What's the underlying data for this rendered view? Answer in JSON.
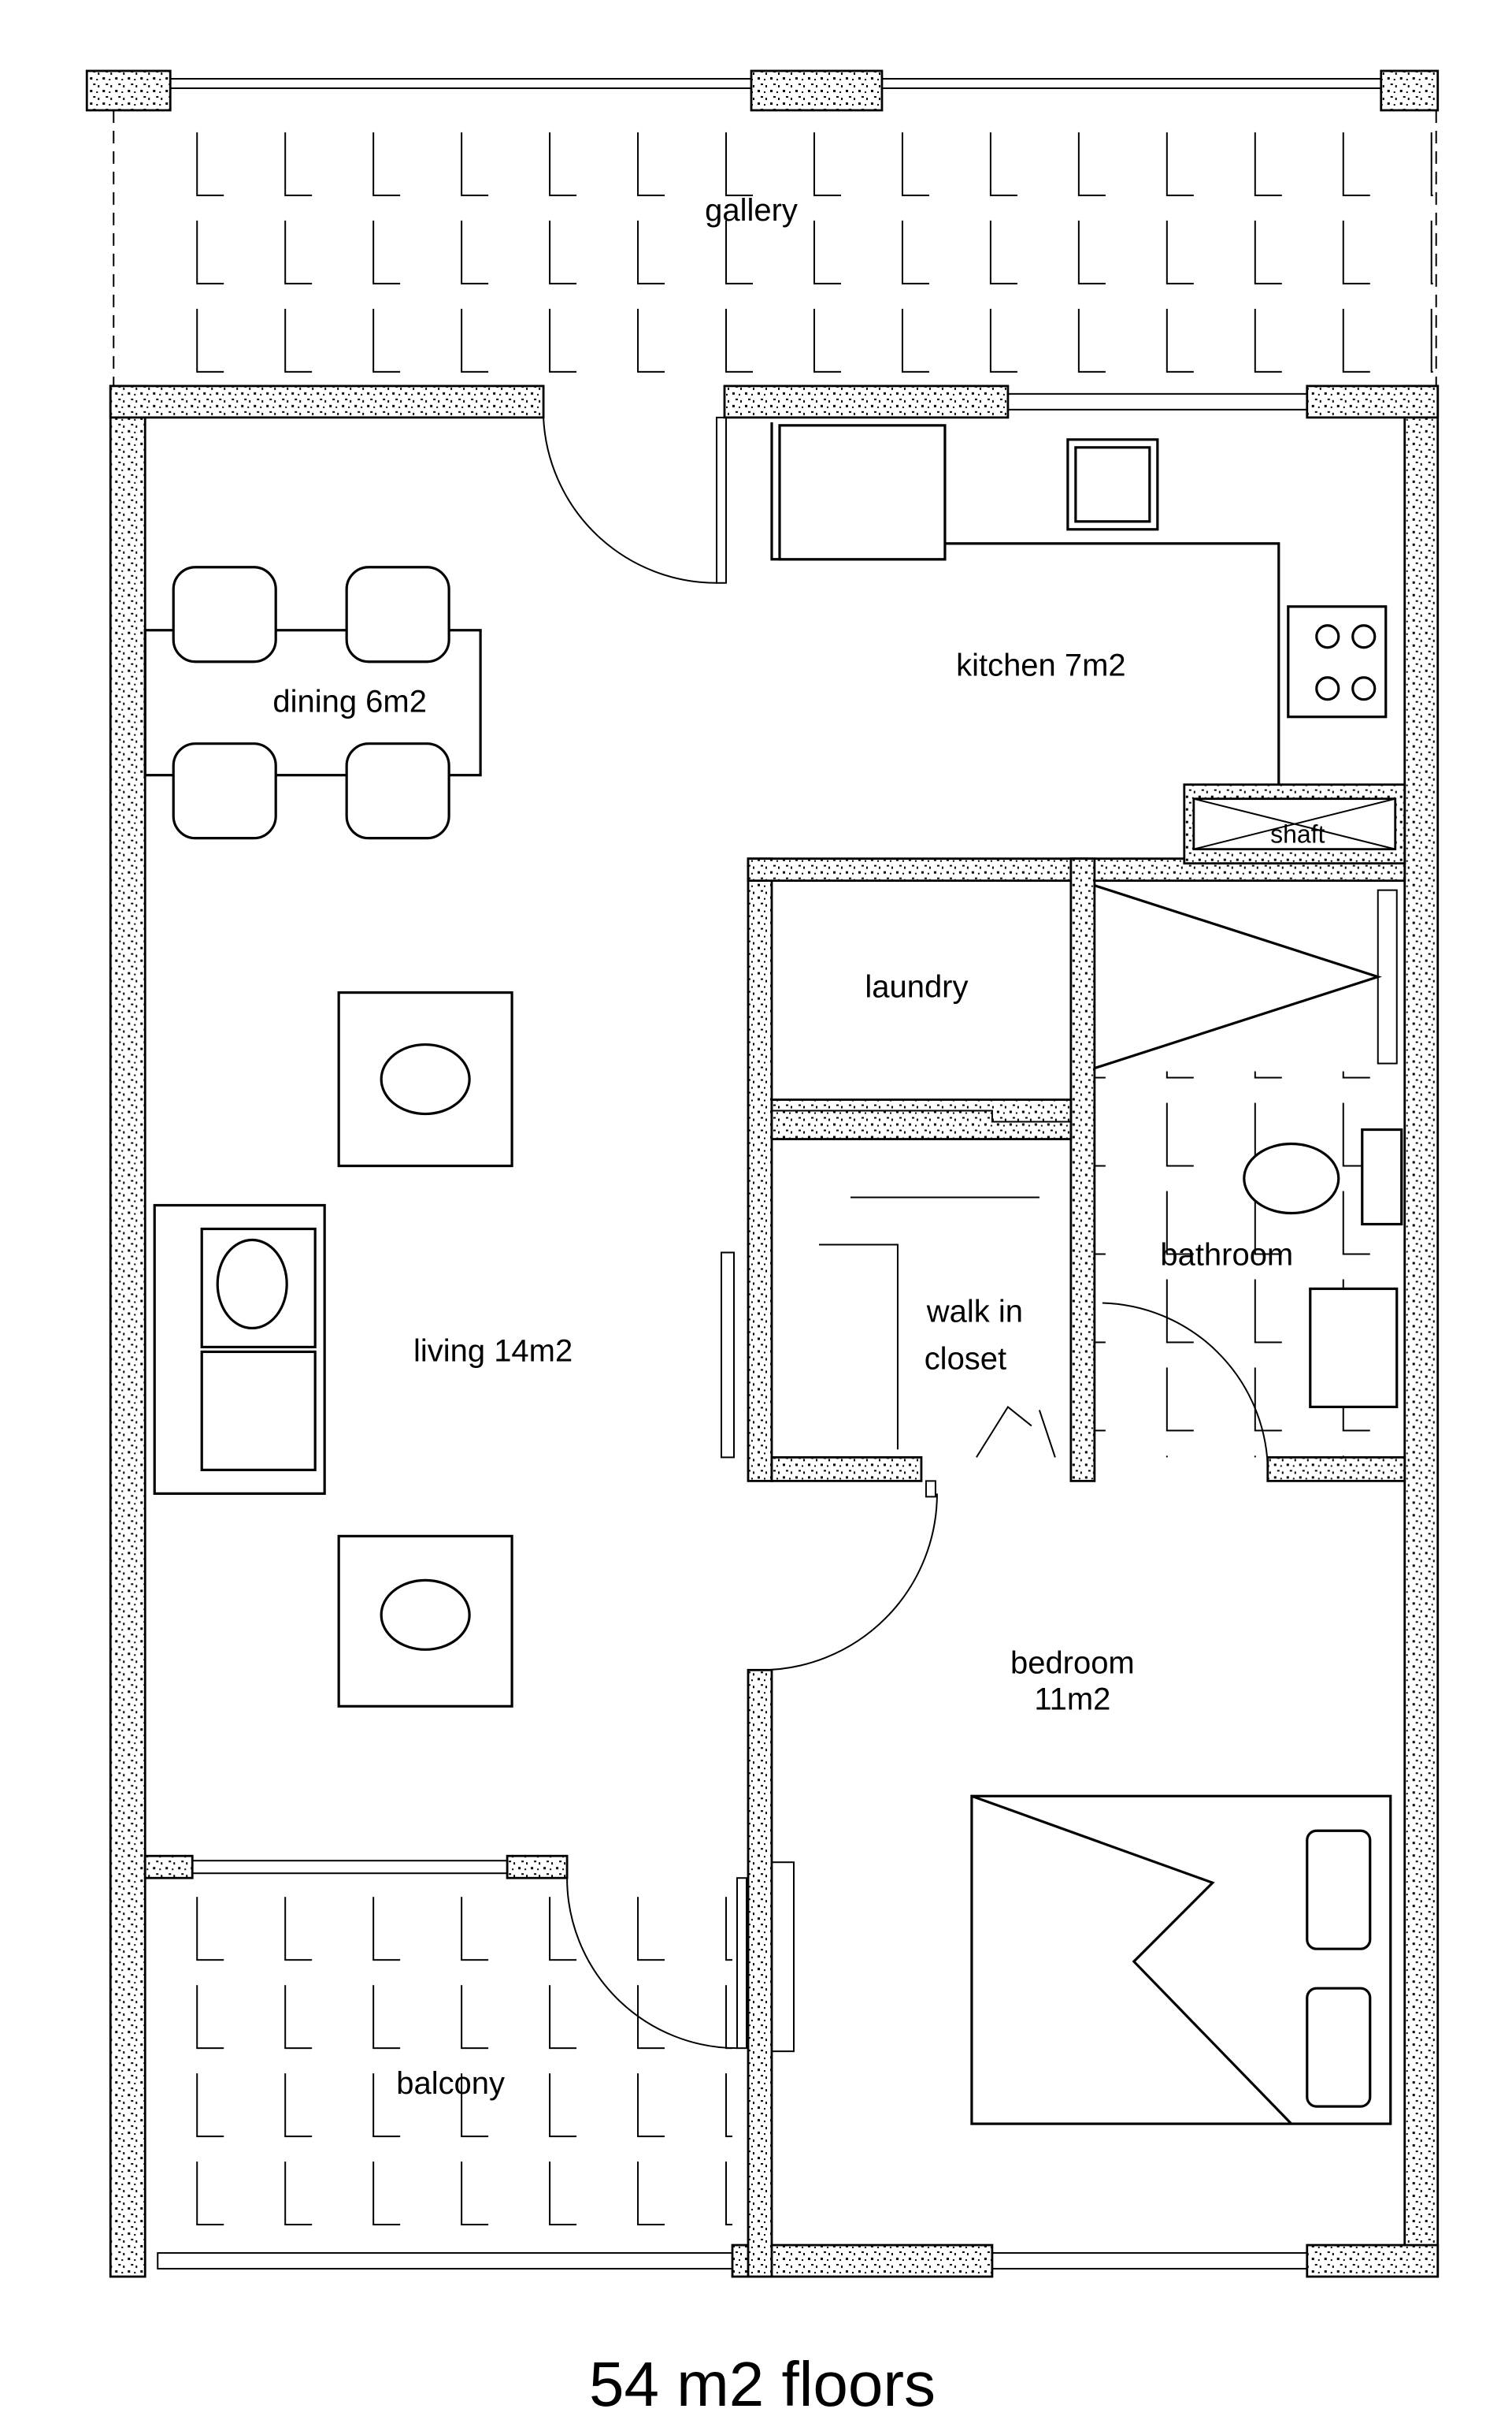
{
  "title": "54 m2 floors",
  "rooms": {
    "gallery": "gallery",
    "kitchen": "kitchen 7m2",
    "dining": "dining 6m2",
    "laundry": "laundry",
    "bathroom": "bathroom",
    "closet_line1": "walk in",
    "closet_line2": "closet",
    "living": "living 14m2",
    "bedroom_line1": "bedroom",
    "bedroom_line2": "11m2",
    "balcony": "balcony",
    "shaft": "shaft"
  }
}
